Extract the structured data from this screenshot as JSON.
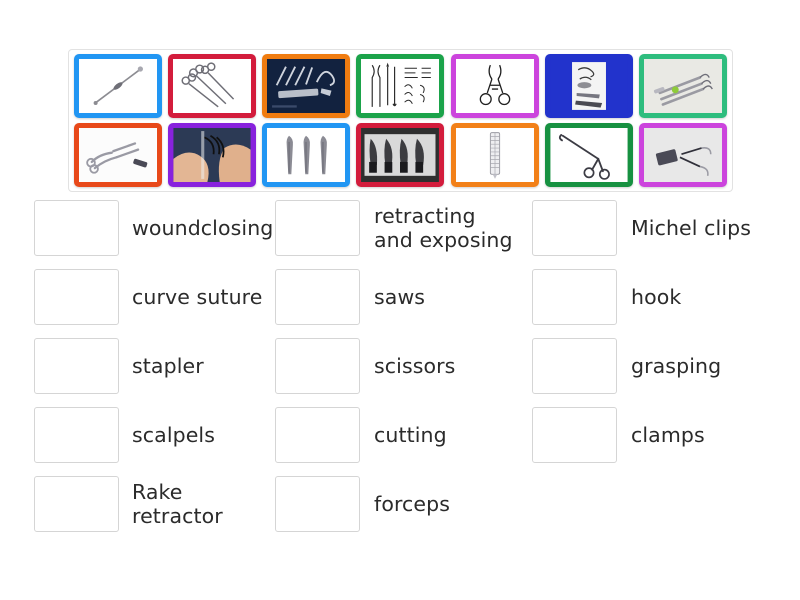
{
  "activity": {
    "type": "match-up",
    "tray": {
      "rows": [
        [
          {
            "id": "card-1",
            "border_color": "#2196f3",
            "bg": "#ffffff",
            "image": "probe-dissector",
            "alt": "single slim probe instrument on white"
          },
          {
            "id": "card-2",
            "border_color": "#d31c3c",
            "bg": "#ffffff",
            "image": "three-scissors",
            "alt": "three surgical scissors on white"
          },
          {
            "id": "card-3",
            "border_color": "#f07c10",
            "bg": "#10203d",
            "image": "saw-set-dark",
            "alt": "saw and chisel set on dark navy background"
          },
          {
            "id": "card-4",
            "border_color": "#1ba34a",
            "bg": "#ffffff",
            "image": "instrument-chart",
            "alt": "line drawing chart of retractors and hooks"
          },
          {
            "id": "card-5",
            "border_color": "#cc44dd",
            "bg": "#ffffff",
            "image": "clamp-drawing",
            "alt": "line drawing of a surgical clamp"
          },
          {
            "id": "card-6",
            "border_color": "#2233cc",
            "bg": "#2233cc",
            "image": "retractor-set-blue",
            "alt": "retractor set photo on blue background"
          },
          {
            "id": "card-7",
            "border_color": "#2ebd7e",
            "bg": "#e9e9e4",
            "image": "stapler-set-green",
            "alt": "surgical stapler instrument set"
          }
        ],
        [
          {
            "id": "card-8",
            "border_color": "#e8491a",
            "bg": "#ffffff",
            "image": "clamp-tray",
            "alt": "assorted clamps on white tray"
          },
          {
            "id": "card-9",
            "border_color": "#8822dd",
            "bg": "#8822dd",
            "image": "curved-suture-hands",
            "alt": "hands holding curved suture needles"
          },
          {
            "id": "card-10",
            "border_color": "#2196f3",
            "bg": "#ffffff",
            "image": "three-forceps",
            "alt": "three forceps standing upright"
          },
          {
            "id": "card-11",
            "border_color": "#d31c3c",
            "bg": "#3a3a3a",
            "image": "scalpel-blades",
            "alt": "row of scalpel blades, black and white photo"
          },
          {
            "id": "card-12",
            "border_color": "#f28018",
            "bg": "#ffffff",
            "image": "skin-stapler",
            "alt": "linear skin stapler"
          },
          {
            "id": "card-13",
            "border_color": "#179141",
            "bg": "#179141",
            "image": "grasping-forceps",
            "alt": "long grasping forceps on white"
          },
          {
            "id": "card-14",
            "border_color": "#cc44dd",
            "bg": "#e6e6e6",
            "image": "michel-clips",
            "alt": "Michel clips and applying forceps"
          }
        ]
      ]
    },
    "columns": [
      {
        "id": "column-1",
        "items": [
          {
            "id": "answer-1",
            "label": "woundclosing"
          },
          {
            "id": "answer-2",
            "label": "curve suture"
          },
          {
            "id": "answer-3",
            "label": "stapler"
          },
          {
            "id": "answer-4",
            "label": "scalpels"
          },
          {
            "id": "answer-5",
            "label": "Rake\nretractor"
          }
        ]
      },
      {
        "id": "column-2",
        "items": [
          {
            "id": "answer-6",
            "label": "retracting\nand exposing"
          },
          {
            "id": "answer-7",
            "label": "saws"
          },
          {
            "id": "answer-8",
            "label": "scissors"
          },
          {
            "id": "answer-9",
            "label": "cutting"
          },
          {
            "id": "answer-10",
            "label": "forceps"
          }
        ]
      },
      {
        "id": "column-3",
        "items": [
          {
            "id": "answer-11",
            "label": "Michel clips"
          },
          {
            "id": "answer-12",
            "label": "hook"
          },
          {
            "id": "answer-13",
            "label": "grasping"
          },
          {
            "id": "answer-14",
            "label": "clamps"
          }
        ]
      }
    ]
  },
  "style": {
    "page_background": "#ffffff",
    "tray_border": "#e2e2e2",
    "dropbox_border": "#d5d5d5",
    "text_color": "#2b2b2b"
  }
}
